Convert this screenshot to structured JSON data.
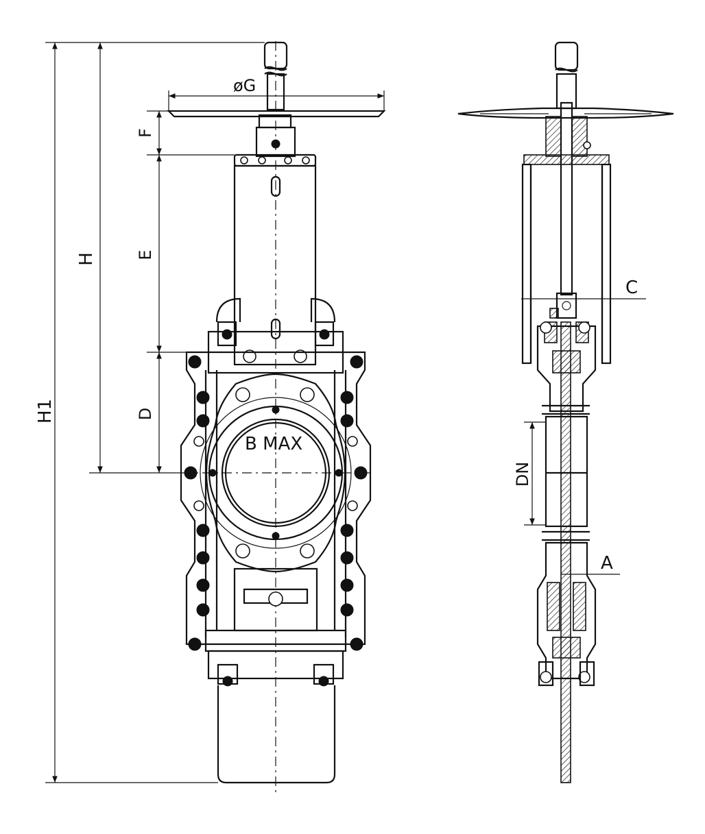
{
  "front_view": {
    "labels": {
      "handwheel_dia": "øG",
      "dim_f": "F",
      "dim_e": "E",
      "dim_h": "H",
      "dim_h1": "H1",
      "dim_d": "D",
      "bore": "B MAX"
    }
  },
  "side_view": {
    "labels": {
      "dim_c": "C",
      "dim_dn": "DN",
      "dim_a": "A"
    }
  },
  "colors": {
    "line": "#111111",
    "background": "#ffffff"
  }
}
